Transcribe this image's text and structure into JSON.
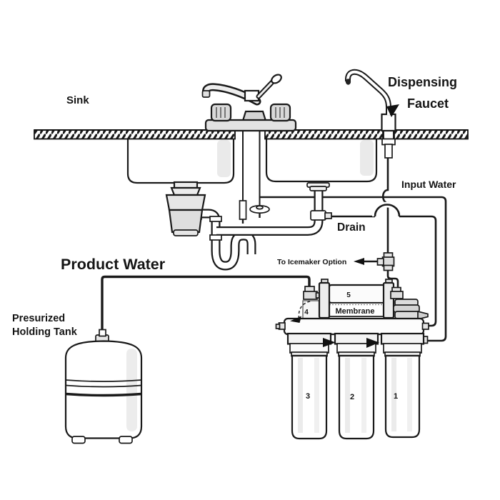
{
  "diagram": {
    "title": "Under-sink reverse osmosis water filtration system installation diagram",
    "colors": {
      "background": "#ffffff",
      "line": "#1a1a1a",
      "text": "#151515",
      "shade": "#e0e0e0"
    },
    "labels": {
      "sink": "Sink",
      "dispensing_faucet_line1": "Dispensing",
      "dispensing_faucet_line2": "Faucet",
      "input_water": "Input Water",
      "drain": "Drain",
      "to_icemaker": "To Icemaker Option",
      "product_water": "Product Water",
      "holding_tank_line1": "Presurized",
      "holding_tank_line2": "Holding Tank",
      "membrane": "Membrane"
    },
    "stage_numbers": {
      "stage1": "1",
      "stage2": "2",
      "stage3": "3",
      "stage4": "4",
      "stage5": "5"
    }
  }
}
